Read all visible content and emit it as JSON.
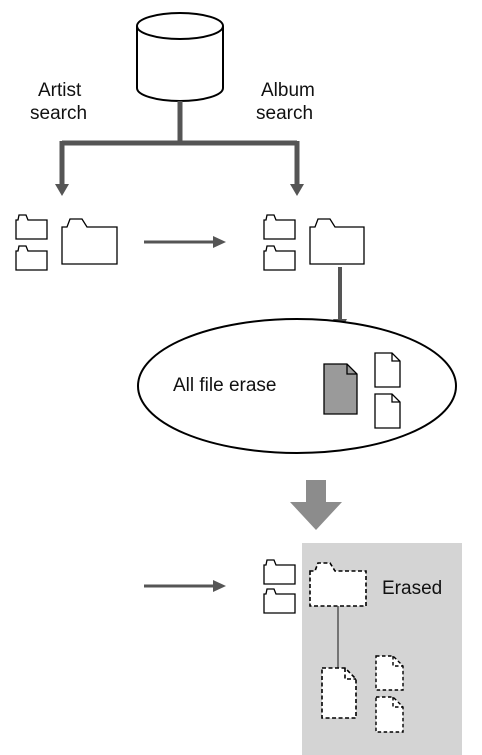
{
  "labels": {
    "artist_search_line1": "Artist",
    "artist_search_line2": "search",
    "album_search_line1": "Album",
    "album_search_line2": "search",
    "all_file_erase": "All file erase",
    "erased": "Erased"
  },
  "colors": {
    "line": "#555555",
    "arrow": "#555555",
    "big_arrow": "#8c8c8c",
    "erased_panel": "#d4d4d4",
    "selected_file": "#9a9a9a",
    "outline": "#000000"
  },
  "icons": [
    "database-icon",
    "folder-icon",
    "file-icon",
    "arrow-icon"
  ]
}
